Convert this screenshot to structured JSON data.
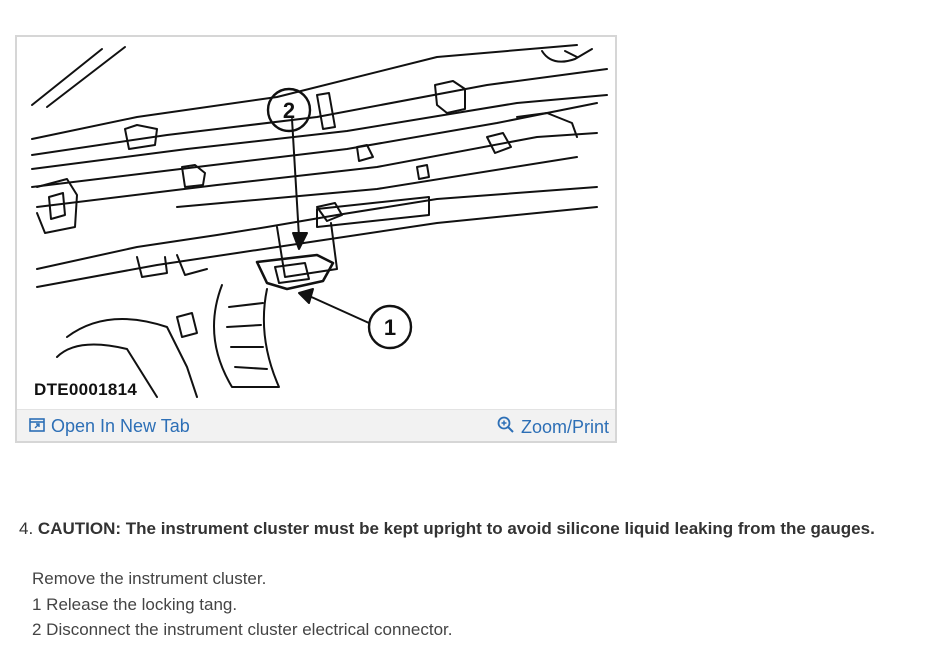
{
  "figure": {
    "code": "DTE0001814",
    "callouts": [
      "1",
      "2"
    ],
    "open_tab_label": "Open In New Tab",
    "zoom_label": "Zoom/Print",
    "icons": [
      "open-new-tab-icon",
      "zoom-icon"
    ],
    "link_color": "#2d6fb6"
  },
  "step": {
    "number": "4.",
    "caution": "CAUTION: The instrument cluster must be kept upright to avoid silicone liquid leaking from the gauges.",
    "lines": [
      "Remove the instrument cluster.",
      "1  Release the locking tang.",
      "2  Disconnect the instrument cluster electrical connector."
    ]
  }
}
